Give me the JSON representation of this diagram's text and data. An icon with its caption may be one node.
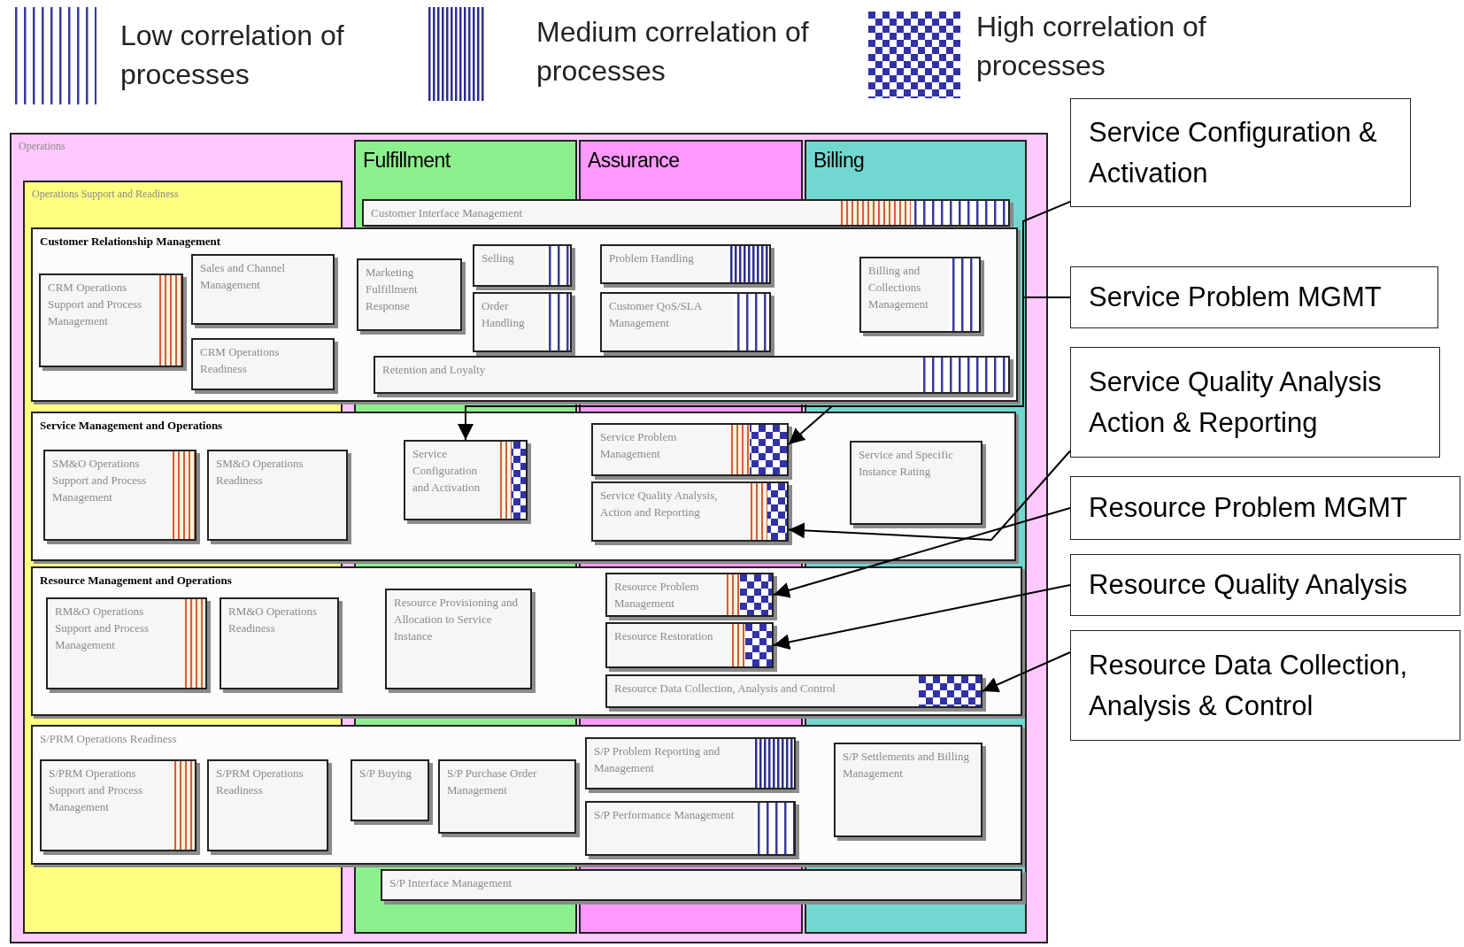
{
  "diagram": {
    "nodes": [
      {
        "text": [
          "Operations"
        ]
      },
      {
        "text": [
          "Operations Support and Readiness"
        ],
        "in": 0
      },
      {
        "text": [
          "Fulfillment"
        ],
        "in": 0
      },
      {
        "text": [
          "Assurance"
        ],
        "in": 0
      },
      {
        "text": [
          "Billing"
        ],
        "in": 0
      },
      {
        "text": [
          "Customer Interface Management"
        ],
        "in": 0
      },
      {
        "text": [
          "Customer Relationship Management"
        ],
        "in": 0
      },
      {
        "text": [
          "CRM Operations Support and Process Management"
        ],
        "in": 6
      },
      {
        "text": [
          "Sales and Channel Management"
        ],
        "in": 6
      },
      {
        "text": [
          "CRM Operations Readiness"
        ],
        "in": 6
      },
      {
        "text": [
          "Marketing Fulfillment Response"
        ],
        "in": 6
      },
      {
        "text": [
          "Selling"
        ],
        "in": 6
      },
      {
        "text": [
          "Order Handling"
        ],
        "in": 6
      },
      {
        "text": [
          "Problem Handling"
        ],
        "in": 6
      },
      {
        "text": [
          "Customer QoS/SLA Management"
        ],
        "in": 6
      },
      {
        "text": [
          "Billing and Collections Management"
        ],
        "in": 6
      },
      {
        "text": [
          "Retention and Loyalty"
        ],
        "in": 6
      },
      {
        "text": [
          "Service Management and Operations"
        ],
        "in": 0
      },
      {
        "text": [
          "SM&O Operations Support and Process Management"
        ],
        "in": 17
      },
      {
        "text": [
          "SM&O Operations Readiness"
        ],
        "in": 17
      },
      {
        "text": [
          "Service Configuration and Activation"
        ],
        "in": 17
      },
      {
        "text": [
          "Service Problem Management"
        ],
        "in": 17
      },
      {
        "text": [
          "Service Quality Analysis, Action and Reporting"
        ],
        "in": 17
      },
      {
        "text": [
          "Service and Specific Instance Rating"
        ],
        "in": 17
      },
      {
        "text": [
          "Resource Management and Operations"
        ],
        "in": 0
      },
      {
        "text": [
          "RM&O Operations Support and Process Management"
        ],
        "in": 24
      },
      {
        "text": [
          "RM&O Operations Readiness"
        ],
        "in": 24
      },
      {
        "text": [
          "Resource Provisioning and Allocation to Service Instance"
        ],
        "in": 24
      },
      {
        "text": [
          "Resource Problem Management"
        ],
        "in": 24
      },
      {
        "text": [
          "Resource Restoration"
        ],
        "in": 24
      },
      {
        "text": [
          "Resource Data Collection, Analysis and Control"
        ],
        "in": 24
      },
      {
        "text": [
          "S/PRM Operations Readiness"
        ],
        "in": 0
      },
      {
        "text": [
          "S/PRM Operations Support and Process Management"
        ],
        "in": 31
      },
      {
        "text": [
          "S/PRM Operations Readiness"
        ],
        "in": 31
      },
      {
        "text": [
          "S/P Buying"
        ],
        "in": 31
      },
      {
        "text": [
          "S/P Purchase Order Management"
        ],
        "in": 31
      },
      {
        "text": [
          "S/P Problem Reporting and Management"
        ],
        "in": 31
      },
      {
        "text": [
          "S/P Performance Management"
        ],
        "in": 31
      },
      {
        "text": [
          "S/P Settlements and Billing Management"
        ],
        "in": 31
      },
      {
        "text": [
          "S/P Interface Management"
        ],
        "in": 0
      },
      {
        "text": [
          "Service Configuration & Activation"
        ]
      },
      {
        "text": [
          "Service Problem MGMT"
        ]
      },
      {
        "text": [
          "Service Quality Analysis Action & Reporting"
        ]
      },
      {
        "text": [
          "Resource Problem MGMT"
        ]
      },
      {
        "text": [
          "Resource Quality Analysis"
        ]
      },
      {
        "text": [
          "Resource Data Collection, Analysis & Control"
        ]
      }
    ],
    "edges": [
      {
        "from": 40,
        "to": 20,
        "arrow": "to"
      },
      {
        "from": 41,
        "to": 21,
        "arrow": "to"
      },
      {
        "from": 42,
        "to": 22,
        "arrow": "to"
      },
      {
        "from": 43,
        "to": 28,
        "arrow": "to"
      },
      {
        "from": 44,
        "to": 29,
        "arrow": "to"
      },
      {
        "from": 45,
        "to": 30,
        "arrow": "to"
      }
    ],
    "legend": [
      {
        "text": "Low correlation of processes"
      },
      {
        "text": "Medium correlation of processes"
      },
      {
        "text": "High correlation of processes"
      }
    ]
  }
}
